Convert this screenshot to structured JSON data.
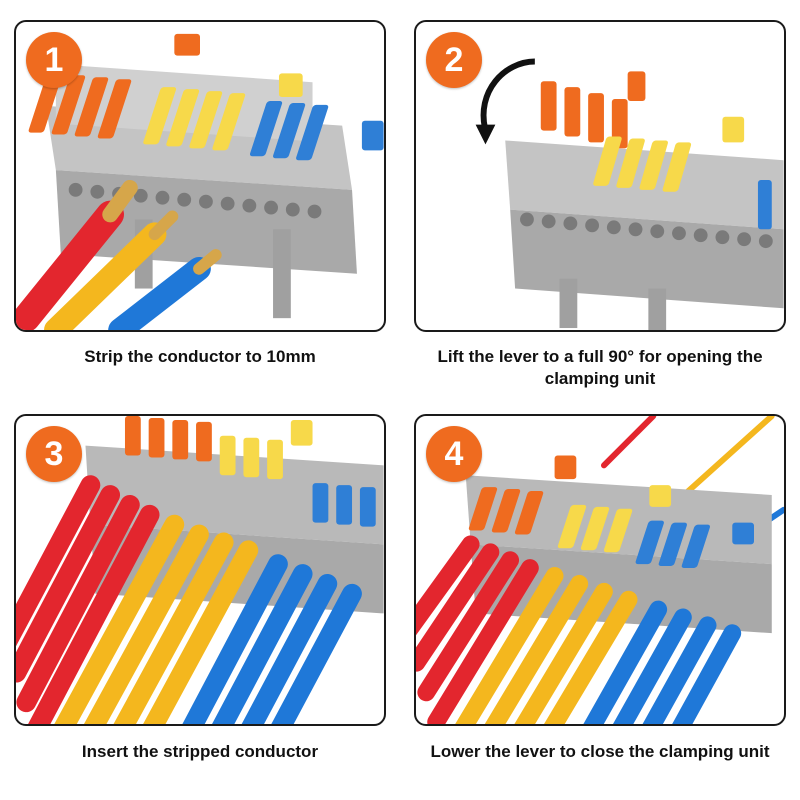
{
  "steps": [
    {
      "number": "1",
      "caption": "Strip the conductor to 10mm"
    },
    {
      "number": "2",
      "caption": "Lift the lever to a full 90° for opening the clamping unit"
    },
    {
      "number": "3",
      "caption": "Insert the stripped conductor"
    },
    {
      "number": "4",
      "caption": "Lower the lever to close the clamping unit"
    }
  ],
  "colors": {
    "badge": "#ef6b1f",
    "housing": "#b7b7b7",
    "lever_orange": "#ef6b1f",
    "lever_yellow": "#f7d94a",
    "lever_blue": "#2f7fd6",
    "wire_red": "#e3262e",
    "wire_yellow": "#f4b71e",
    "wire_blue": "#1f78d8",
    "copper": "#d6a64a"
  }
}
